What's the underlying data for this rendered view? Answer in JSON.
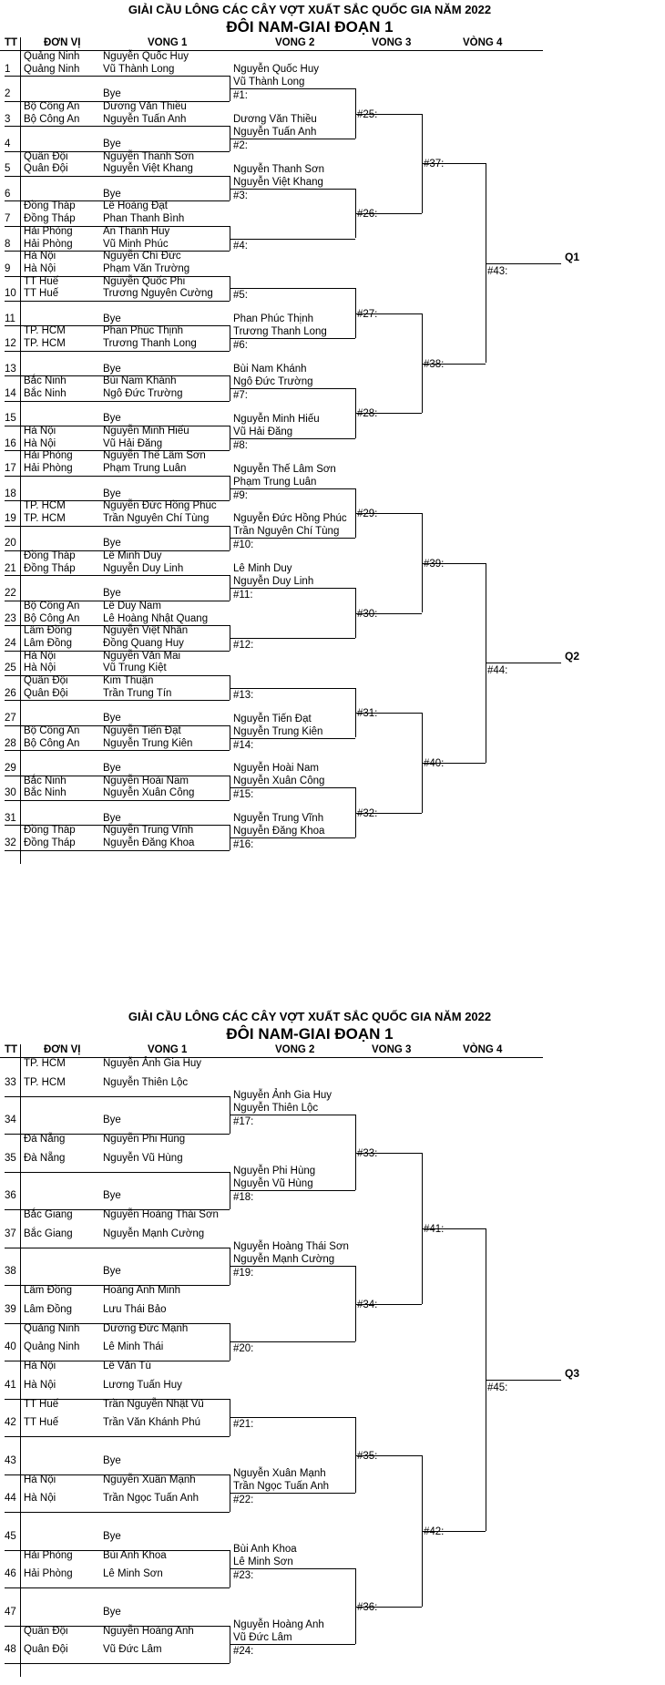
{
  "sections": [
    {
      "title": "GIẢI CẦU LÔNG CÁC CÂY VỢT XUẤT SẮC QUỐC GIA NĂM 2022",
      "subtitle": "ĐÔI NAM-GIAI ĐOẠN 1",
      "headers": [
        "TT",
        "ĐƠN VỊ",
        "VONG 1",
        "VONG 2",
        "VONG 3",
        "VÒNG 4"
      ],
      "rows": [
        {
          "tt": "1",
          "units": [
            "Quảng Ninh",
            "Quảng Ninh"
          ],
          "players": [
            "Nguyễn Quốc Huy",
            "Vũ Thành Long"
          ]
        },
        {
          "tt": "2",
          "units": [],
          "players": [
            "Bye"
          ]
        },
        {
          "tt": "3",
          "units": [
            "Bộ Công An",
            "Bộ Công An"
          ],
          "players": [
            "Dương Văn Thiều",
            "Nguyễn Tuấn Anh"
          ]
        },
        {
          "tt": "4",
          "units": [],
          "players": [
            "Bye"
          ]
        },
        {
          "tt": "5",
          "units": [
            "Quân Đội",
            "Quân Đội"
          ],
          "players": [
            "Nguyễn Thanh Sơn",
            "Nguyễn Việt Khang"
          ]
        },
        {
          "tt": "6",
          "units": [],
          "players": [
            "Bye"
          ]
        },
        {
          "tt": "7",
          "units": [
            "Đồng Tháp",
            "Đồng Tháp"
          ],
          "players": [
            "Lê Hoàng Đạt",
            "Phan Thanh Bình"
          ]
        },
        {
          "tt": "8",
          "units": [
            "Hải Phòng",
            "Hải Phòng"
          ],
          "players": [
            "An Thanh Huy",
            "Vũ Minh Phúc"
          ]
        },
        {
          "tt": "9",
          "units": [
            "Hà Nội",
            "Hà Nội"
          ],
          "players": [
            "Nguyễn Chí Đức",
            "Phạm Văn Trường"
          ]
        },
        {
          "tt": "10",
          "units": [
            "TT Huế",
            "TT Huế"
          ],
          "players": [
            "Nguyễn Quốc Phi",
            "Trương Nguyên Cường"
          ]
        },
        {
          "tt": "11",
          "units": [],
          "players": [
            "Bye"
          ]
        },
        {
          "tt": "12",
          "units": [
            "TP. HCM",
            "TP. HCM"
          ],
          "players": [
            "Phan Phúc Thịnh",
            "Trương Thanh Long"
          ]
        },
        {
          "tt": "13",
          "units": [],
          "players": [
            "Bye"
          ]
        },
        {
          "tt": "14",
          "units": [
            "Bắc Ninh",
            "Bắc Ninh"
          ],
          "players": [
            "Bùi Nam Khánh",
            "Ngô Đức Trường"
          ]
        },
        {
          "tt": "15",
          "units": [],
          "players": [
            "Bye"
          ]
        },
        {
          "tt": "16",
          "units": [
            "Hà Nội",
            "Hà Nội"
          ],
          "players": [
            "Nguyễn Minh Hiếu",
            "Vũ Hải Đăng"
          ]
        },
        {
          "tt": "17",
          "units": [
            "Hải Phòng",
            "Hải Phòng"
          ],
          "players": [
            "Nguyễn Thế Lâm Sơn",
            "Phạm Trung Luân"
          ]
        },
        {
          "tt": "18",
          "units": [],
          "players": [
            "Bye"
          ]
        },
        {
          "tt": "19",
          "units": [
            "TP. HCM",
            "TP. HCM"
          ],
          "players": [
            "Nguyễn Đức Hồng Phúc",
            "Trần Nguyên Chí Tùng"
          ]
        },
        {
          "tt": "20",
          "units": [],
          "players": [
            "Bye"
          ]
        },
        {
          "tt": "21",
          "units": [
            "Đồng Tháp",
            "Đồng Tháp"
          ],
          "players": [
            "Lê Minh Duy",
            "Nguyễn Duy Linh"
          ]
        },
        {
          "tt": "22",
          "units": [],
          "players": [
            "Bye"
          ]
        },
        {
          "tt": "23",
          "units": [
            "Bộ Công An",
            "Bộ Công An"
          ],
          "players": [
            "Lê Duy Nam",
            "Lê Hoàng Nhật Quang"
          ]
        },
        {
          "tt": "24",
          "units": [
            "Lâm Đồng",
            "Lâm Đồng"
          ],
          "players": [
            "Nguyễn Việt Nhân",
            "Đồng Quang Huy"
          ]
        },
        {
          "tt": "25",
          "units": [
            "Hà Nội",
            "Hà Nội"
          ],
          "players": [
            "Nguyễn Văn Mai",
            "Vũ Trung Kiệt"
          ]
        },
        {
          "tt": "26",
          "units": [
            "Quân Đội",
            "Quân Đội"
          ],
          "players": [
            "Kim Thuận",
            "Trần Trung Tín"
          ]
        },
        {
          "tt": "27",
          "units": [],
          "players": [
            "Bye"
          ]
        },
        {
          "tt": "28",
          "units": [
            "Bộ Công An",
            "Bộ Công An"
          ],
          "players": [
            "Nguyễn Tiến Đạt",
            "Nguyễn Trung Kiên"
          ]
        },
        {
          "tt": "29",
          "units": [],
          "players": [
            "Bye"
          ]
        },
        {
          "tt": "30",
          "units": [
            "Bắc Ninh",
            "Bắc Ninh"
          ],
          "players": [
            "Nguyễn Hoài Nam",
            "Nguyễn Xuân Công"
          ]
        },
        {
          "tt": "31",
          "units": [],
          "players": [
            "Bye"
          ]
        },
        {
          "tt": "32",
          "units": [
            "Đồng Tháp",
            "Đồng Tháp"
          ],
          "players": [
            "Nguyễn Trung Vĩnh",
            "Nguyễn Đăng Khoa"
          ]
        }
      ],
      "r2": [
        {
          "players": [
            "Nguyễn Quốc Huy",
            "Vũ Thành Long"
          ],
          "label": "#1:"
        },
        {
          "players": [
            "Dương Văn Thiều",
            "Nguyễn Tuấn Anh"
          ],
          "label": "#2:"
        },
        {
          "players": [
            "Nguyễn Thanh Sơn",
            "Nguyễn Việt Khang"
          ],
          "label": "#3:"
        },
        {
          "players": [],
          "label": "#4:"
        },
        {
          "players": [],
          "label": "#5:"
        },
        {
          "players": [
            "Phan Phúc Thịnh",
            "Trương Thanh Long"
          ],
          "label": "#6:"
        },
        {
          "players": [
            "Bùi Nam Khánh",
            "Ngô Đức Trường"
          ],
          "label": "#7:"
        },
        {
          "players": [
            "Nguyễn Minh Hiếu",
            "Vũ Hải Đăng"
          ],
          "label": "#8:"
        },
        {
          "players": [
            "Nguyễn Thế Lâm Sơn",
            "Phạm Trung Luân"
          ],
          "label": "#9:"
        },
        {
          "players": [
            "Nguyễn Đức Hồng Phúc",
            "Trần Nguyên Chí Tùng"
          ],
          "label": "#10:"
        },
        {
          "players": [
            "Lê Minh Duy",
            "Nguyễn Duy Linh"
          ],
          "label": "#11:"
        },
        {
          "players": [],
          "label": "#12:"
        },
        {
          "players": [],
          "label": "#13:"
        },
        {
          "players": [
            "Nguyễn Tiến Đạt",
            "Nguyễn Trung Kiên"
          ],
          "label": "#14:"
        },
        {
          "players": [
            "Nguyễn Hoài Nam",
            "Nguyễn Xuân Công"
          ],
          "label": "#15:"
        },
        {
          "players": [
            "Nguyễn Trung Vĩnh",
            "Nguyễn Đăng Khoa"
          ],
          "label": "#16:"
        }
      ],
      "r3": [
        "#25:",
        "#26:",
        "#27:",
        "#28:",
        "#29:",
        "#30:",
        "#31:",
        "#32:"
      ],
      "r4": [
        "#37:",
        "#38:",
        "#39:",
        "#40:"
      ],
      "r5": [
        "#43:",
        "#44:"
      ],
      "q": [
        "Q1",
        "Q2"
      ]
    },
    {
      "title": "GIẢI CẦU LÔNG CÁC CÂY VỢT XUẤT SẮC QUỐC GIA NĂM 2022",
      "subtitle": "ĐÔI NAM-GIAI ĐOẠN 1",
      "headers": [
        "TT",
        "ĐƠN VỊ",
        "VONG 1",
        "VONG 2",
        "VONG 3",
        "VÒNG 4"
      ],
      "rows": [
        {
          "tt": "33",
          "units": [
            "TP. HCM",
            "TP. HCM"
          ],
          "players": [
            "Nguyễn Ảnh Gia Huy",
            "Nguyễn Thiên Lộc"
          ]
        },
        {
          "tt": "34",
          "units": [],
          "players": [
            "Bye"
          ]
        },
        {
          "tt": "35",
          "units": [
            "Đà Nẵng",
            "Đà Nẵng"
          ],
          "players": [
            "Nguyễn Phi Hùng",
            "Nguyễn Vũ Hùng"
          ]
        },
        {
          "tt": "36",
          "units": [],
          "players": [
            "Bye"
          ]
        },
        {
          "tt": "37",
          "units": [
            "Bắc Giang",
            "Bắc Giang"
          ],
          "players": [
            "Nguyễn Hoàng Thái Sơn",
            "Nguyễn Mạnh Cường"
          ]
        },
        {
          "tt": "38",
          "units": [],
          "players": [
            "Bye"
          ]
        },
        {
          "tt": "39",
          "units": [
            "Lâm Đồng",
            "Lâm Đồng"
          ],
          "players": [
            "Hoàng Anh Minh",
            "Lưu Thái Bảo"
          ]
        },
        {
          "tt": "40",
          "units": [
            "Quảng Ninh",
            "Quảng Ninh"
          ],
          "players": [
            "Dương Đức Mạnh",
            "Lê Minh Thái"
          ]
        },
        {
          "tt": "41",
          "units": [
            "Hà Nội",
            "Hà Nội"
          ],
          "players": [
            "Lê Văn Tú",
            "Lương Tuấn Huy"
          ]
        },
        {
          "tt": "42",
          "units": [
            "TT Huế",
            "TT Huế"
          ],
          "players": [
            "Trần Nguyễn Nhật Vũ",
            "Trần Văn Khánh Phú"
          ]
        },
        {
          "tt": "43",
          "units": [],
          "players": [
            "Bye"
          ]
        },
        {
          "tt": "44",
          "units": [
            "Hà Nội",
            "Hà Nội"
          ],
          "players": [
            "Nguyễn Xuân Mạnh",
            "Trần Ngọc Tuấn Anh"
          ]
        },
        {
          "tt": "45",
          "units": [],
          "players": [
            "Bye"
          ]
        },
        {
          "tt": "46",
          "units": [
            "Hải Phòng",
            "Hải Phòng"
          ],
          "players": [
            "Bùi Anh Khoa",
            "Lê Minh Sơn"
          ]
        },
        {
          "tt": "47",
          "units": [],
          "players": [
            "Bye"
          ]
        },
        {
          "tt": "48",
          "units": [
            "Quân Đội",
            "Quân Đội"
          ],
          "players": [
            "Nguyễn Hoàng Anh",
            "Vũ Đức Lâm"
          ]
        }
      ],
      "r2": [
        {
          "players": [
            "Nguyễn Ảnh Gia Huy",
            "Nguyễn Thiên Lộc"
          ],
          "label": "#17:"
        },
        {
          "players": [
            "Nguyễn Phi Hùng",
            "Nguyễn Vũ Hùng"
          ],
          "label": "#18:"
        },
        {
          "players": [
            "Nguyễn Hoàng Thái Sơn",
            "Nguyễn Mạnh Cường"
          ],
          "label": "#19:"
        },
        {
          "players": [],
          "label": "#20:"
        },
        {
          "players": [],
          "label": "#21:"
        },
        {
          "players": [
            "Nguyễn Xuân Mạnh",
            "Trần Ngọc Tuấn Anh"
          ],
          "label": "#22:"
        },
        {
          "players": [
            "Bùi Anh Khoa",
            "Lê Minh Sơn"
          ],
          "label": "#23:"
        },
        {
          "players": [
            "Nguyễn Hoàng Anh",
            "Vũ Đức Lâm"
          ],
          "label": "#24:"
        }
      ],
      "r3": [
        "#33:",
        "#34:",
        "#35:",
        "#36:"
      ],
      "r4": [
        "#41:",
        "#42:"
      ],
      "r5": [
        "#45:"
      ],
      "q": [
        "Q3"
      ]
    }
  ]
}
